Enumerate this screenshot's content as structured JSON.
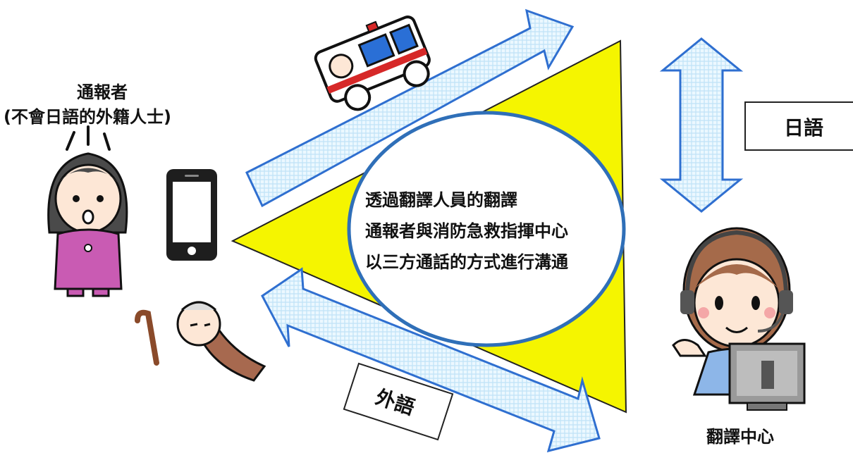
{
  "reporter_title": "通報者",
  "reporter_subtitle": "(不會日語的外籍人士)",
  "center_text_line1": "透過翻譯人員的翻譯",
  "center_text_line2": "通報者與消防急救指揮中心",
  "center_text_line3": "以三方通話的方式進行溝通",
  "japanese_label": "日語",
  "foreign_language_label": "外語",
  "translation_center_label": "翻譯中心",
  "colors": {
    "triangle_fill": "#f5f500",
    "ellipse_stroke": "#2f6fb8",
    "arrow_stroke": "#2f6fd0",
    "arrow_hatch": "#d6efff"
  },
  "icons": [
    "smartphone-icon",
    "ambulance-icon",
    "fallen-elderly-person-icon",
    "worried-woman-icon",
    "operator-with-headset-icon",
    "computer-monitor-icon"
  ]
}
